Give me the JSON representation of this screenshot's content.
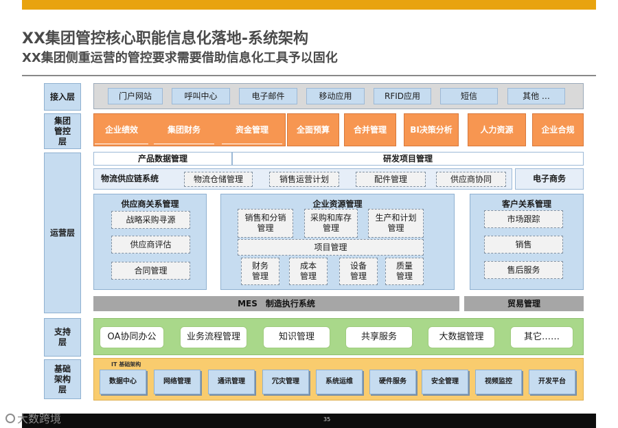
{
  "header": {
    "title": "XX集团管控核心职能信息化落地-系统架构",
    "subtitle": "XX集团侧重运营的管控要求需要借助信息化工具予以固化"
  },
  "layers": {
    "access": "接入层",
    "group_control": "集团管控层",
    "operation": "运营层",
    "support": "支持层",
    "infrastructure": "基础架构层"
  },
  "access_items": [
    "门户网站",
    "呼叫中心",
    "电子邮件",
    "移动应用",
    "RFID应用",
    "短信",
    "其他 …"
  ],
  "group_items": [
    "企业绩效",
    "集团财务",
    "资金管理",
    "全面预算",
    "合并管理",
    "BI决策分析",
    "人力资源",
    "企业合规"
  ],
  "operation": {
    "product_data": "产品数据管理",
    "rd_project": "研发项目管理",
    "logistics": "物流供应链系统",
    "logistics_items": [
      "物流仓储管理",
      "销售运营计划",
      "配件管理",
      "供应商协同"
    ],
    "ecommerce": "电子商务",
    "srm": {
      "title": "供应商关系管理",
      "items": [
        "战略采购寻源",
        "供应商评估",
        "合同管理"
      ]
    },
    "erp": {
      "title": "企业资源管理",
      "top": [
        "销售和分销管理",
        "采购和库存管理",
        "生产和计划管理"
      ],
      "project": "项目管理",
      "bottom": [
        "财务管理",
        "成本管理",
        "设备管理",
        "质量管理"
      ]
    },
    "crm": {
      "title": "客户关系管理",
      "items": [
        "市场跟踪",
        "销售",
        "售后服务"
      ]
    },
    "mes": "MES　制造执行系统",
    "trade": "贸易管理"
  },
  "support_items": [
    "OA协同办公",
    "业务流程管理",
    "知识管理",
    "共享服务",
    "大数据管理",
    "其它……"
  ],
  "infra": {
    "label": "IT 基础架构",
    "items": [
      "数据中心",
      "网络管理",
      "通讯管理",
      "冗灾管理",
      "系统运维",
      "硬件服务",
      "安全管理",
      "视频监控",
      "开发平台"
    ]
  },
  "footer": {
    "page_number": "35",
    "watermark": "大数跨境"
  },
  "colors": {
    "accent_bar": "#E8A30F",
    "layer_blue": "#C6DCF0",
    "orange": "#F79651",
    "green": "#A9D88A",
    "yellow": "#F9CC6E"
  }
}
